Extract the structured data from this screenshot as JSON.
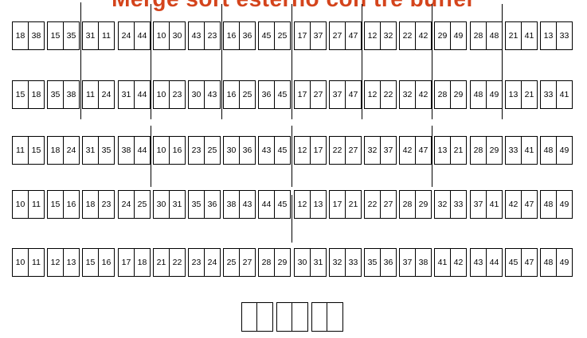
{
  "title": "Merge sort esterno con tre buffer",
  "colors": {
    "title": "#d4441c",
    "line": "#000000",
    "cell_border": "#000000"
  },
  "rows": [
    {
      "pairs": [
        [
          "18",
          "38"
        ],
        [
          "15",
          "35"
        ],
        [
          "31",
          "11"
        ],
        [
          "24",
          "44"
        ],
        [
          "10",
          "30"
        ],
        [
          "43",
          "23"
        ],
        [
          "16",
          "36"
        ],
        [
          "45",
          "25"
        ],
        [
          "17",
          "37"
        ],
        [
          "27",
          "47"
        ],
        [
          "12",
          "32"
        ],
        [
          "22",
          "42"
        ],
        [
          "29",
          "49"
        ],
        [
          "28",
          "48"
        ],
        [
          "21",
          "41"
        ],
        [
          "13",
          "33"
        ]
      ]
    },
    {
      "pairs": [
        [
          "15",
          "18"
        ],
        [
          "35",
          "38"
        ],
        [
          "11",
          "24"
        ],
        [
          "31",
          "44"
        ],
        [
          "10",
          "23"
        ],
        [
          "30",
          "43"
        ],
        [
          "16",
          "25"
        ],
        [
          "36",
          "45"
        ],
        [
          "17",
          "27"
        ],
        [
          "37",
          "47"
        ],
        [
          "12",
          "22"
        ],
        [
          "32",
          "42"
        ],
        [
          "28",
          "29"
        ],
        [
          "48",
          "49"
        ],
        [
          "13",
          "21"
        ],
        [
          "33",
          "41"
        ]
      ]
    },
    {
      "pairs": [
        [
          "11",
          "15"
        ],
        [
          "18",
          "24"
        ],
        [
          "31",
          "35"
        ],
        [
          "38",
          "44"
        ],
        [
          "10",
          "16"
        ],
        [
          "23",
          "25"
        ],
        [
          "30",
          "36"
        ],
        [
          "43",
          "45"
        ],
        [
          "12",
          "17"
        ],
        [
          "22",
          "27"
        ],
        [
          "32",
          "37"
        ],
        [
          "42",
          "47"
        ],
        [
          "13",
          "21"
        ],
        [
          "28",
          "29"
        ],
        [
          "33",
          "41"
        ],
        [
          "48",
          "49"
        ]
      ]
    },
    {
      "pairs": [
        [
          "10",
          "11"
        ],
        [
          "15",
          "16"
        ],
        [
          "18",
          "23"
        ],
        [
          "24",
          "25"
        ],
        [
          "30",
          "31"
        ],
        [
          "35",
          "36"
        ],
        [
          "38",
          "43"
        ],
        [
          "44",
          "45"
        ],
        [
          "12",
          "13"
        ],
        [
          "17",
          "21"
        ],
        [
          "22",
          "27"
        ],
        [
          "28",
          "29"
        ],
        [
          "32",
          "33"
        ],
        [
          "37",
          "41"
        ],
        [
          "42",
          "47"
        ],
        [
          "48",
          "49"
        ]
      ]
    },
    {
      "pairs": [
        [
          "10",
          "11"
        ],
        [
          "12",
          "13"
        ],
        [
          "15",
          "16"
        ],
        [
          "17",
          "18"
        ],
        [
          "21",
          "22"
        ],
        [
          "23",
          "24"
        ],
        [
          "25",
          "27"
        ],
        [
          "28",
          "29"
        ],
        [
          "30",
          "31"
        ],
        [
          "32",
          "33"
        ],
        [
          "35",
          "36"
        ],
        [
          "37",
          "38"
        ],
        [
          "41",
          "42"
        ],
        [
          "43",
          "44"
        ],
        [
          "45",
          "47"
        ],
        [
          "48",
          "49"
        ]
      ]
    }
  ],
  "buffers": {
    "count": 3,
    "slots_per_buffer": 2
  }
}
